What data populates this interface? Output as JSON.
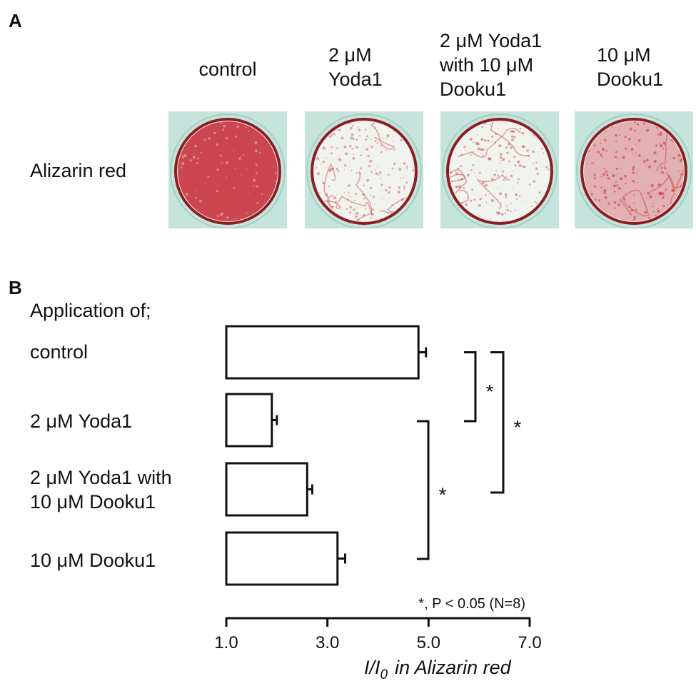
{
  "panel_a": {
    "letter": "A",
    "row_label": "Alizarin red",
    "columns": [
      {
        "lines": [
          "control"
        ],
        "stain_intensity": 0.95
      },
      {
        "lines": [
          "2 μM",
          "Yoda1"
        ],
        "stain_intensity": 0.3
      },
      {
        "lines": [
          "2 μM Yoda1",
          "with 10 μM",
          "Dooku1"
        ],
        "stain_intensity": 0.4
      },
      {
        "lines": [
          "10 μM",
          "Dooku1"
        ],
        "stain_intensity": 0.6
      }
    ],
    "colors": {
      "stain": "#c8333f",
      "rim": "#8e1d22",
      "well": "#f1f3ef",
      "plate": "#c6e4dc"
    }
  },
  "panel_b": {
    "letter": "B",
    "heading": "Application of;",
    "category_labels": [
      [
        "control"
      ],
      [
        "2 μM Yoda1"
      ],
      [
        "2 μM Yoda1 with",
        "10 μM Dooku1"
      ],
      [
        "10 μM Dooku1"
      ]
    ]
  },
  "chart_data": {
    "type": "bar",
    "orientation": "horizontal",
    "categories": [
      "control",
      "2 μM Yoda1",
      "2 μM Yoda1 with 10 μM Dooku1",
      "10 μM Dooku1"
    ],
    "values": [
      4.8,
      1.9,
      2.6,
      3.2
    ],
    "errors": [
      0.15,
      0.1,
      0.1,
      0.15
    ],
    "xlim": [
      1.0,
      7.0
    ],
    "xticks": [
      "1.0",
      "3.0",
      "5.0",
      "7.0"
    ],
    "xlabel": "I/I",
    "xlabel_subscript": "0",
    "xlabel_suffix": "in Alizarin red",
    "significance": [
      {
        "from": 0,
        "to": 1,
        "label": "*"
      },
      {
        "from": 0,
        "to": 2,
        "label": "*"
      },
      {
        "from": 1,
        "to": 3,
        "label": "*"
      }
    ],
    "note": "*, P < 0.05 (N=8)",
    "grid": false,
    "legend": "none"
  }
}
